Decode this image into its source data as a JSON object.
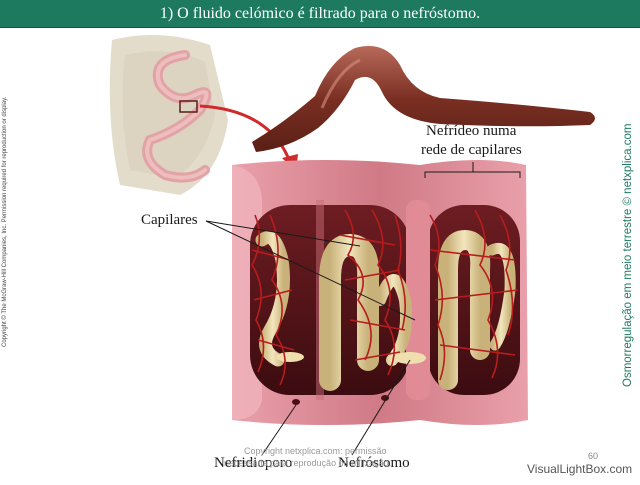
{
  "title": "1) O fluido celómico é filtrado para o nefróstomo.",
  "labels": {
    "nephridium_line1": "Nefrídeo numa",
    "nephridium_line2": "rede de capilares",
    "capillaries": "Capilares",
    "nephridiopore": "Nefridioporo",
    "nephrostome": "Nefróstomo"
  },
  "side_left_copyright": "Copyright © The McGraw-Hill Companies, Inc. Permission required for reproduction or display.",
  "side_right_credit": "Osmorregulação em meio terrestre © netxplica.com",
  "watermark_line1": "Copyright netxplica.com: permissão",
  "watermark_line2": "necessária para reprodução ou utilização.",
  "page_number": "60",
  "footer_brand": "VisualLightBox.com",
  "colors": {
    "title_bar": "#1d7a5f",
    "side_credit": "#1d7a5f",
    "body_wall": "#c86b78",
    "nephridium_tube": "#ead7a6",
    "capillary": "#b81c1c"
  }
}
